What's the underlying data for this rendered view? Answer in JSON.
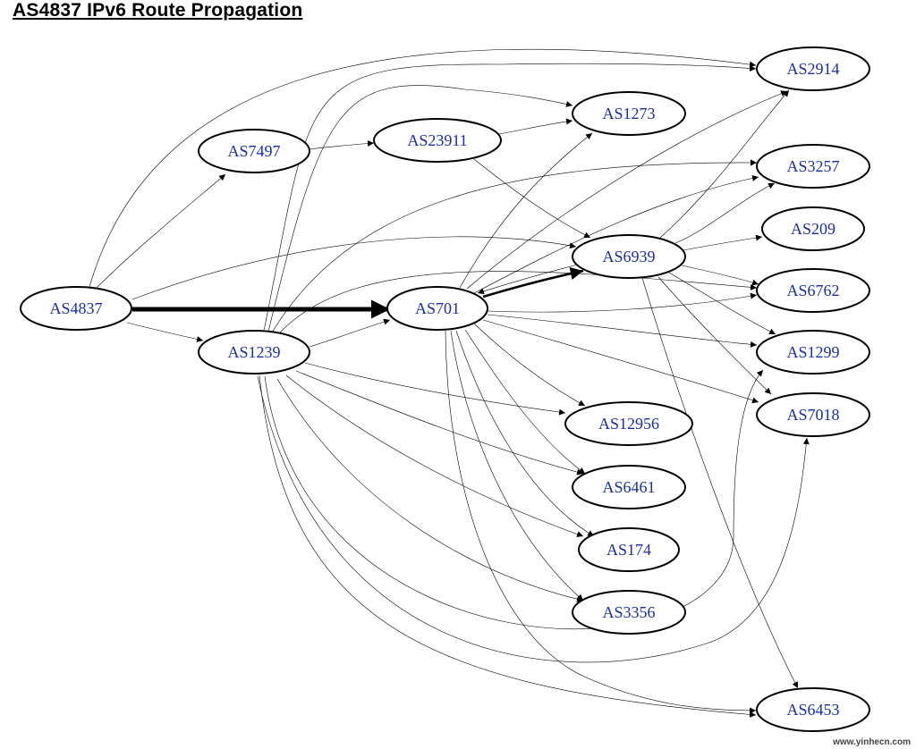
{
  "title": "AS4837 IPv6 Route Propagation",
  "watermark": "www.yinhecn.com",
  "colors": {
    "edge": "#000000",
    "node_text": "#1a2ea8",
    "node_border": "#000000"
  },
  "nodes": [
    {
      "id": "AS4837",
      "label": "AS4837"
    },
    {
      "id": "AS7497",
      "label": "AS7497"
    },
    {
      "id": "AS1239",
      "label": "AS1239"
    },
    {
      "id": "AS701",
      "label": "AS701"
    },
    {
      "id": "AS23911",
      "label": "AS23911"
    },
    {
      "id": "AS1273",
      "label": "AS1273"
    },
    {
      "id": "AS6939",
      "label": "AS6939"
    },
    {
      "id": "AS2914",
      "label": "AS2914"
    },
    {
      "id": "AS3257",
      "label": "AS3257"
    },
    {
      "id": "AS209",
      "label": "AS209"
    },
    {
      "id": "AS6762",
      "label": "AS6762"
    },
    {
      "id": "AS1299",
      "label": "AS1299"
    },
    {
      "id": "AS7018",
      "label": "AS7018"
    },
    {
      "id": "AS12956",
      "label": "AS12956"
    },
    {
      "id": "AS6461",
      "label": "AS6461"
    },
    {
      "id": "AS174",
      "label": "AS174"
    },
    {
      "id": "AS3356",
      "label": "AS3356"
    },
    {
      "id": "AS6453",
      "label": "AS6453"
    }
  ],
  "edges": [
    {
      "from": "AS4837",
      "to": "AS701",
      "weight": "bold"
    },
    {
      "from": "AS4837",
      "to": "AS7497"
    },
    {
      "from": "AS4837",
      "to": "AS1239"
    },
    {
      "from": "AS4837",
      "to": "AS2914"
    },
    {
      "from": "AS4837",
      "to": "AS6939"
    },
    {
      "from": "AS7497",
      "to": "AS23911"
    },
    {
      "from": "AS23911",
      "to": "AS1273"
    },
    {
      "from": "AS23911",
      "to": "AS6939"
    },
    {
      "from": "AS701",
      "to": "AS6939",
      "weight": "medium"
    },
    {
      "from": "AS6939",
      "to": "AS701"
    },
    {
      "from": "AS701",
      "to": "AS1273"
    },
    {
      "from": "AS701",
      "to": "AS2914"
    },
    {
      "from": "AS701",
      "to": "AS3257"
    },
    {
      "from": "AS701",
      "to": "AS6762"
    },
    {
      "from": "AS701",
      "to": "AS1299"
    },
    {
      "from": "AS701",
      "to": "AS7018"
    },
    {
      "from": "AS701",
      "to": "AS12956"
    },
    {
      "from": "AS701",
      "to": "AS6461"
    },
    {
      "from": "AS701",
      "to": "AS174"
    },
    {
      "from": "AS701",
      "to": "AS3356"
    },
    {
      "from": "AS701",
      "to": "AS6453"
    },
    {
      "from": "AS1239",
      "to": "AS701"
    },
    {
      "from": "AS1239",
      "to": "AS2914"
    },
    {
      "from": "AS1239",
      "to": "AS1273"
    },
    {
      "from": "AS1239",
      "to": "AS3257"
    },
    {
      "from": "AS1239",
      "to": "AS6762"
    },
    {
      "from": "AS1239",
      "to": "AS12956"
    },
    {
      "from": "AS1239",
      "to": "AS6461"
    },
    {
      "from": "AS1239",
      "to": "AS174"
    },
    {
      "from": "AS1239",
      "to": "AS3356"
    },
    {
      "from": "AS1239",
      "to": "AS6453"
    },
    {
      "from": "AS1239",
      "to": "AS1299"
    },
    {
      "from": "AS1239",
      "to": "AS7018"
    },
    {
      "from": "AS6939",
      "to": "AS2914"
    },
    {
      "from": "AS6939",
      "to": "AS3257"
    },
    {
      "from": "AS6939",
      "to": "AS209"
    },
    {
      "from": "AS6939",
      "to": "AS6762"
    },
    {
      "from": "AS6939",
      "to": "AS1299"
    },
    {
      "from": "AS6939",
      "to": "AS7018"
    },
    {
      "from": "AS6939",
      "to": "AS6453"
    }
  ]
}
